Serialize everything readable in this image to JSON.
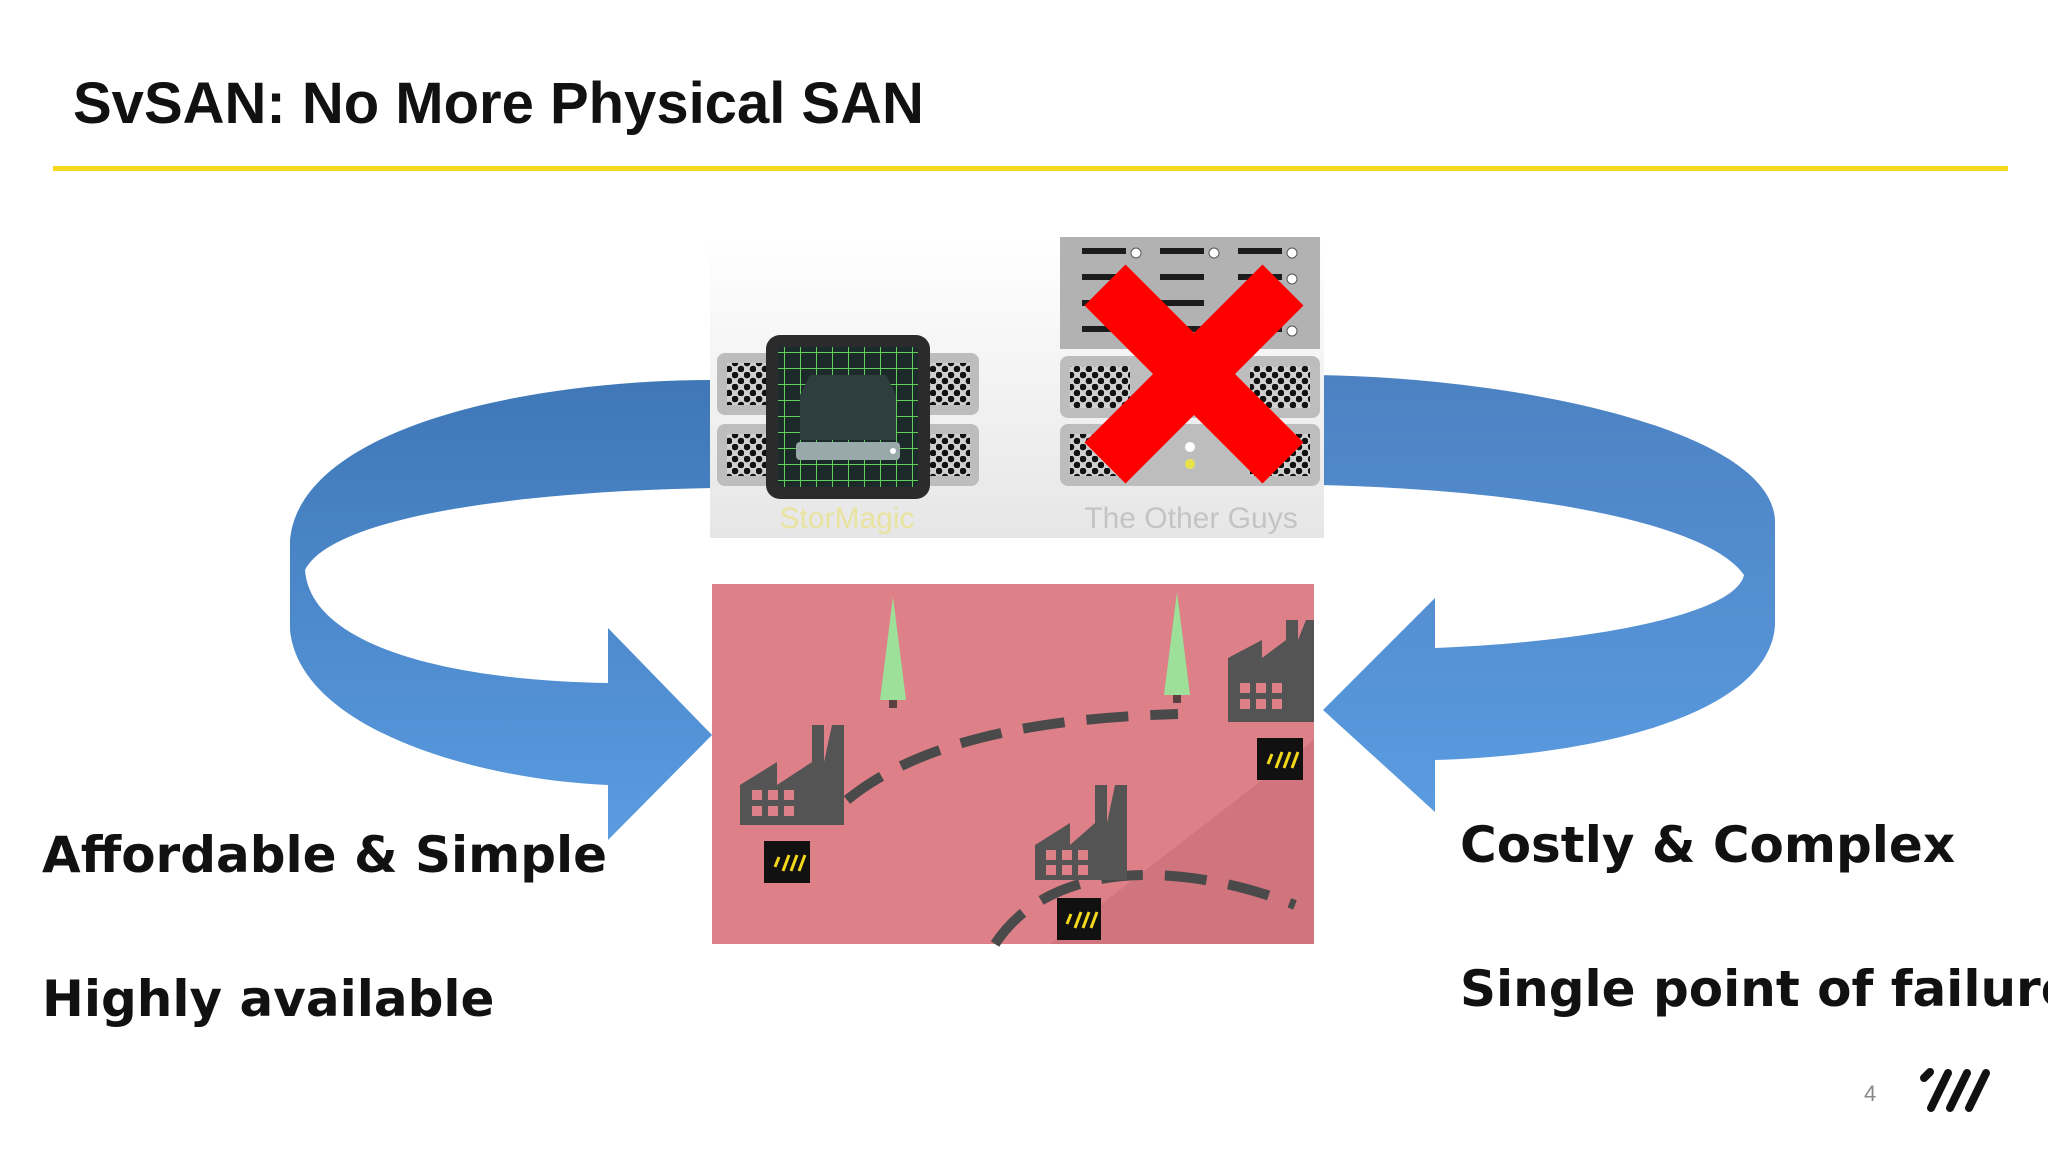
{
  "slide": {
    "title": "SvSAN: No More Physical SAN",
    "left_points": [
      "Affordable & Simple",
      "Highly available"
    ],
    "right_points": [
      "Costly & Complex",
      "Single point of failure"
    ],
    "page_number": "4"
  },
  "illustration": {
    "stormagic_label": "StorMagic",
    "other_label": "The Other Guys",
    "arrow_color": "#4f8fd6",
    "map_color": "#de8088",
    "cross_color": "#ff0000",
    "accent_color": "#f4d81c"
  }
}
